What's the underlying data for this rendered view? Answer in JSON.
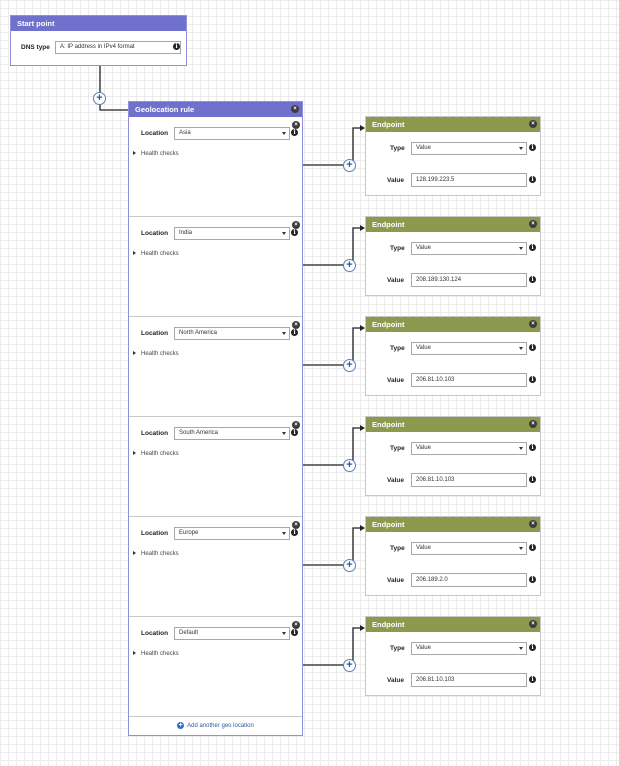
{
  "start_point": {
    "title": "Start point",
    "dns_type_label": "DNS type",
    "dns_type_value": "A: IP address in IPv4 format"
  },
  "geo_rule": {
    "title": "Geolocation rule",
    "location_label": "Location",
    "health_checks_label": "Health checks",
    "add_label": "Add another geo location",
    "rules": [
      {
        "location": "Asia"
      },
      {
        "location": "India"
      },
      {
        "location": "North America"
      },
      {
        "location": "South America"
      },
      {
        "location": "Europe"
      },
      {
        "location": "Default"
      }
    ]
  },
  "endpoints": {
    "title": "Endpoint",
    "type_label": "Type",
    "value_label": "Value",
    "items": [
      {
        "type": "Value",
        "value": "128.199.223.5"
      },
      {
        "type": "Value",
        "value": "208.189.130.124"
      },
      {
        "type": "Value",
        "value": "206.81.10.103"
      },
      {
        "type": "Value",
        "value": "206.81.10.103"
      },
      {
        "type": "Value",
        "value": "206.189.2.0"
      },
      {
        "type": "Value",
        "value": "206.81.10.103"
      }
    ]
  },
  "colors": {
    "start_header": "#6f71cc",
    "geo_header": "#6f71cc",
    "endpoint_header": "#8b9a4f",
    "accent": "#2c5da3"
  },
  "icons": {
    "close": "close-icon",
    "info": "info-icon",
    "plus": "plus-icon",
    "expand": "triangle-right-icon",
    "dropdown": "chevron-down-icon"
  }
}
